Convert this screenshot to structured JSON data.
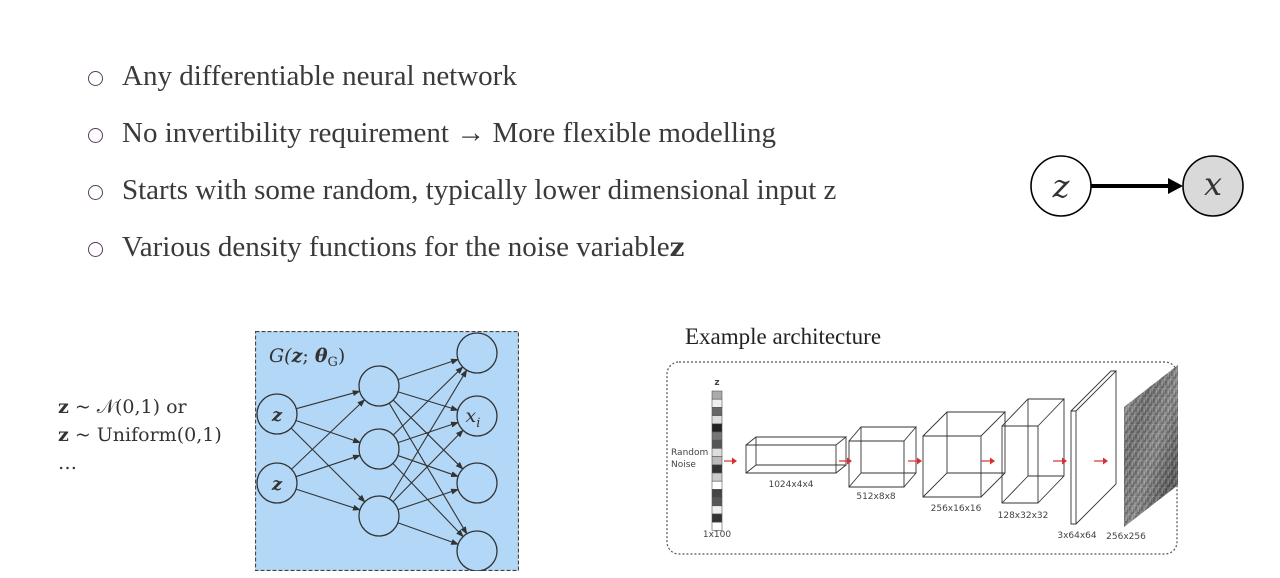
{
  "bullets": [
    {
      "text": "Any differentiable neural network",
      "bold_suffix": ""
    },
    {
      "text": "No invertibility requirement → More flexible modelling",
      "bold_suffix": ""
    },
    {
      "text": "Starts with some random, typically lower dimensional input z",
      "bold_suffix": ""
    },
    {
      "text": "Various density functions for the noise variable ",
      "bold_suffix": "z"
    }
  ],
  "graphical_model": {
    "latent_node": "z",
    "observed_node": "x",
    "observed_fill": "#d9d9d9"
  },
  "noise_distributions": {
    "line1_var": "z",
    "line1_rest": " ~ 𝒩(0,1) or",
    "line2_var": "z",
    "line2_rest": " ~ Uniform(0,1)",
    "line3": "…"
  },
  "generator_network": {
    "label": "G(z; θG)",
    "label_func": "G(",
    "label_z": "z",
    "label_sep": "; ",
    "label_theta": "θ",
    "label_sub": "G",
    "label_close": ")",
    "input_nodes": [
      "z",
      "z"
    ],
    "hidden_node_count": 3,
    "output_nodes": [
      "",
      "x",
      "",
      ""
    ],
    "output_sub": "i",
    "background": "#b3d8f7"
  },
  "architecture": {
    "title": "Example architecture",
    "input_var": "z",
    "input_caption": [
      "Random",
      "Noise"
    ],
    "input_size": "1x100",
    "layers": [
      "1024x4x4",
      "512x8x8",
      "256x16x16",
      "128x32x32",
      "3x64x64",
      "256x256"
    ],
    "arrow_color": "#d62f2f",
    "noise_cells": [
      "#aaa",
      "#eee",
      "#666",
      "#ddd",
      "#222",
      "#777",
      "#555",
      "#ddd",
      "#bbb",
      "#333",
      "#ccc",
      "#fff",
      "#444",
      "#555",
      "#eee",
      "#333",
      "#fff"
    ]
  }
}
